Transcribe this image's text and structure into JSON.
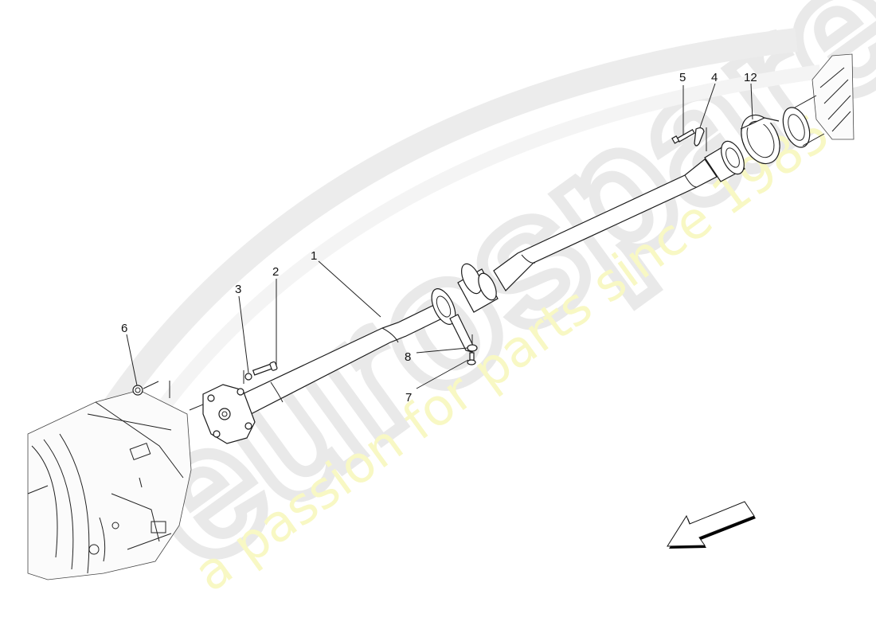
{
  "diagram": {
    "subject": "drive shaft assembly exploded view",
    "watermark": {
      "logo_text": "eurospares",
      "tagline": "a passion for parts since 1985",
      "logo_color": "#e9e9e9",
      "tagline_color": "#f8f8c4"
    },
    "callouts": [
      {
        "id": "1",
        "label": "1",
        "part": "propeller shaft"
      },
      {
        "id": "2",
        "label": "2",
        "part": "bolt"
      },
      {
        "id": "3",
        "label": "3",
        "part": "washer"
      },
      {
        "id": "4",
        "label": "4",
        "part": "clip"
      },
      {
        "id": "5",
        "label": "5",
        "part": "screw"
      },
      {
        "id": "6",
        "label": "6",
        "part": "nut"
      },
      {
        "id": "7",
        "label": "7",
        "part": "screw"
      },
      {
        "id": "8",
        "label": "8",
        "part": "washer"
      },
      {
        "id": "12",
        "label": "12",
        "part": "ring"
      }
    ],
    "direction_arrow": {
      "icon": "direction-arrow-icon",
      "points": "front-left"
    },
    "line_color": "#1a1a1a"
  }
}
